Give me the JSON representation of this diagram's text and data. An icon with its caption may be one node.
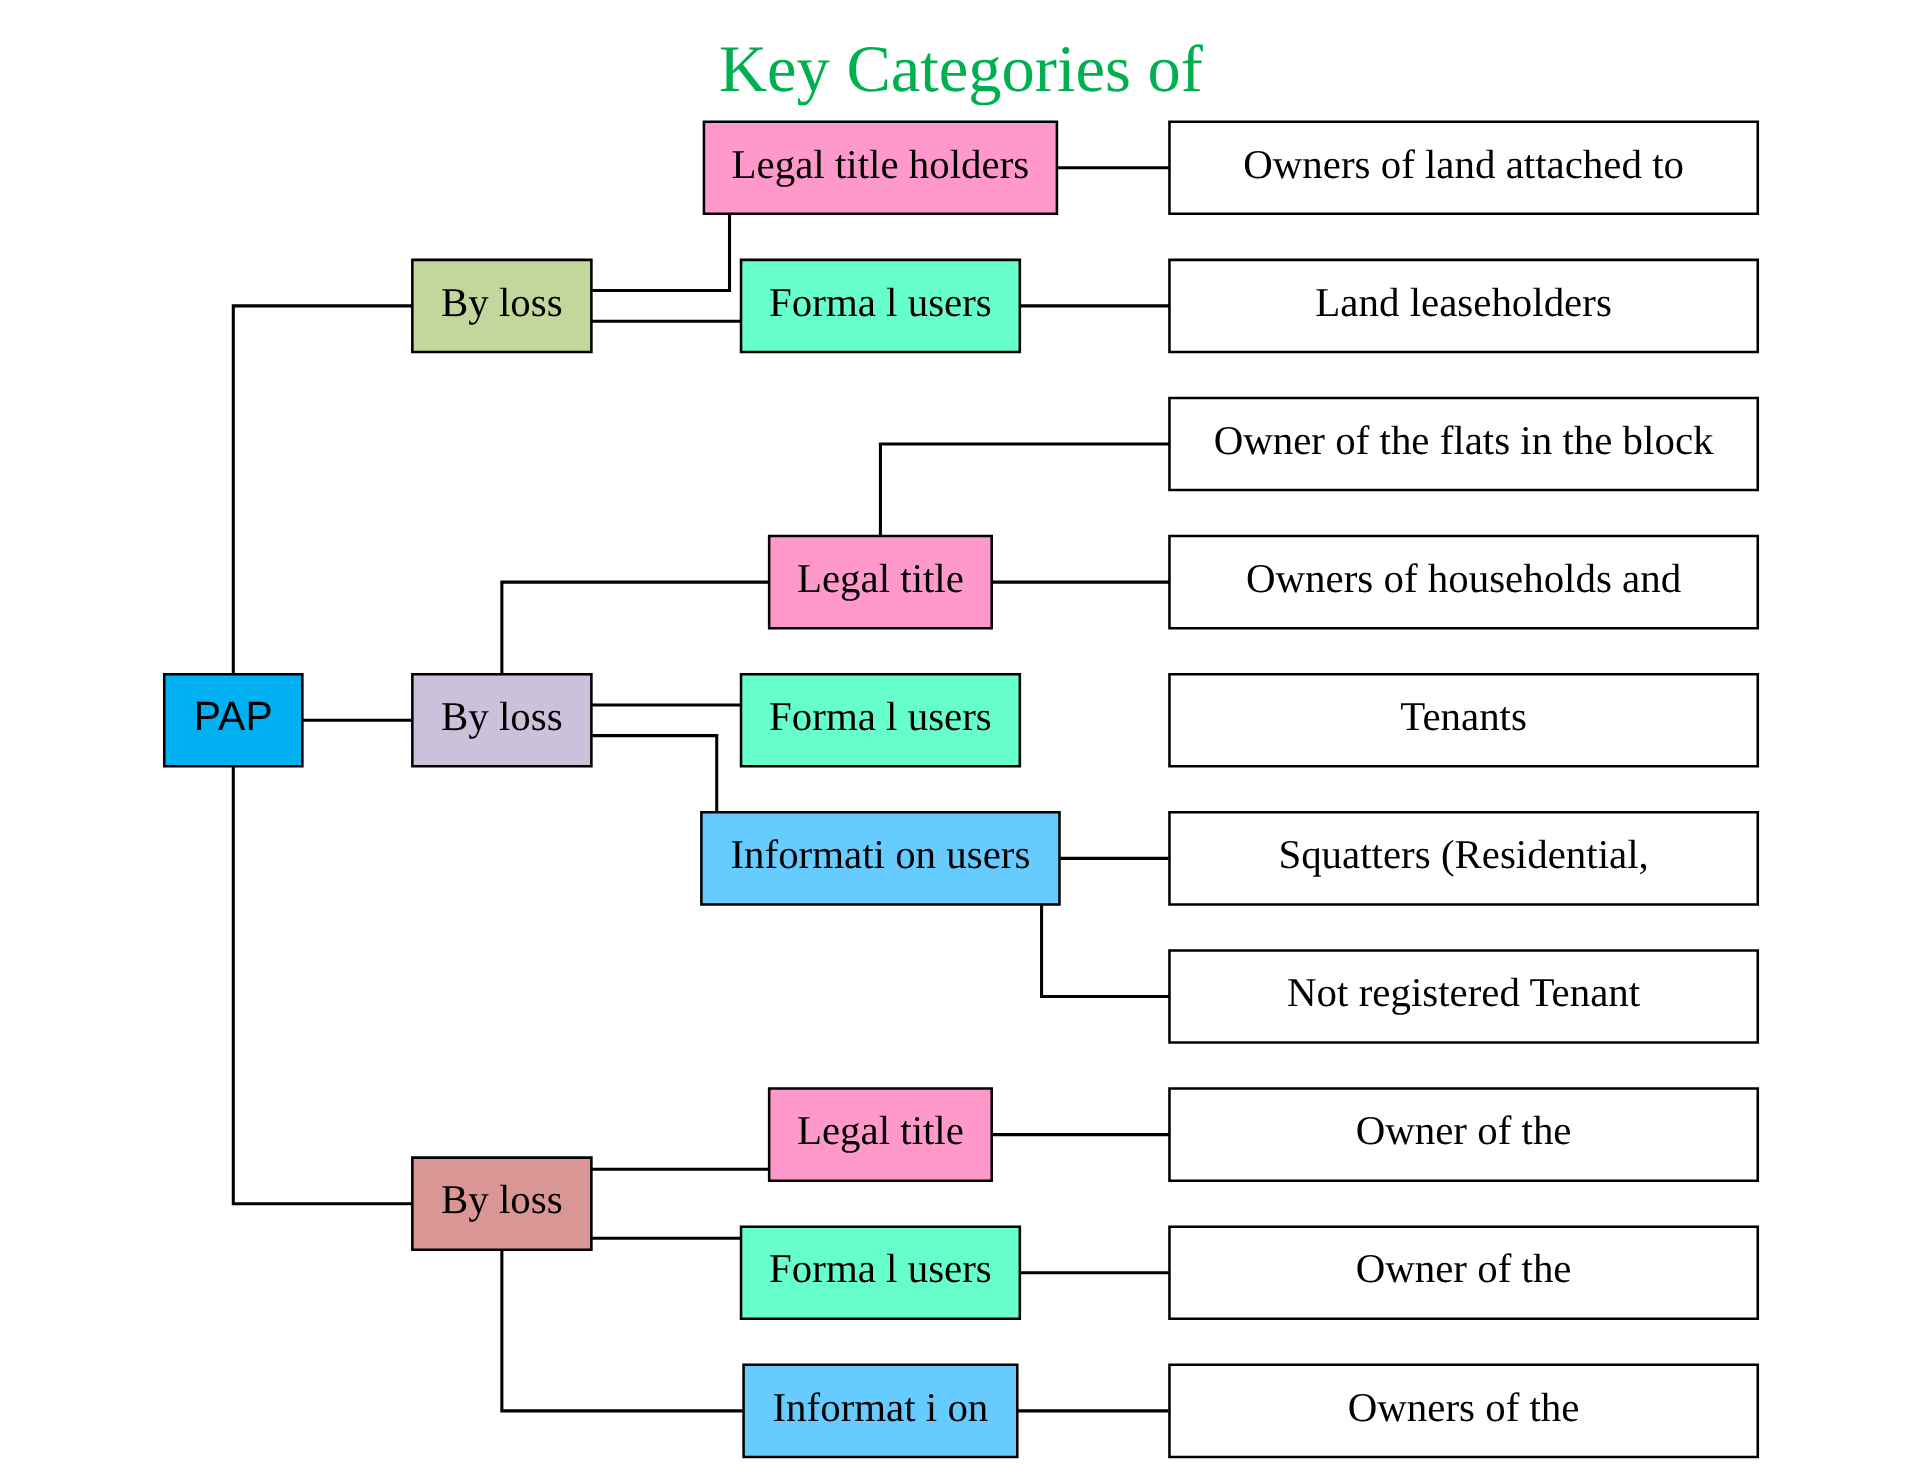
{
  "diagram": {
    "title": "Key Categories of",
    "nodes": [
      {
        "text": [
          "PAP"
        ]
      },
      {
        "text": [
          "By loss"
        ]
      },
      {
        "text": [
          "By loss"
        ]
      },
      {
        "text": [
          "By loss"
        ]
      },
      {
        "text": [
          "Legal title holders"
        ]
      },
      {
        "text": [
          "Forma l users"
        ]
      },
      {
        "text": [
          "Legal title"
        ]
      },
      {
        "text": [
          "Forma l users"
        ]
      },
      {
        "text": [
          "Informati on users"
        ]
      },
      {
        "text": [
          "Legal title"
        ]
      },
      {
        "text": [
          "Forma l users"
        ]
      },
      {
        "text": [
          "Informat i on"
        ]
      },
      {
        "text": [
          "Owners of land attached to"
        ]
      },
      {
        "text": [
          "Land leaseholders"
        ]
      },
      {
        "text": [
          "Owner of the flats in the block"
        ]
      },
      {
        "text": [
          "Owners of households and"
        ]
      },
      {
        "text": [
          "Tenants"
        ]
      },
      {
        "text": [
          "Squatters (Residential,"
        ]
      },
      {
        "text": [
          "Not registered Tenant"
        ]
      },
      {
        "text": [
          "Owner of the"
        ]
      },
      {
        "text": [
          "Owner of the"
        ]
      },
      {
        "text": [
          "Owners of the"
        ]
      }
    ],
    "edges": [
      {
        "from": 0,
        "to": 1,
        "arrow": "none"
      },
      {
        "from": 0,
        "to": 2,
        "arrow": "none"
      },
      {
        "from": 0,
        "to": 3,
        "arrow": "none"
      },
      {
        "from": 1,
        "to": 4,
        "arrow": "none"
      },
      {
        "from": 1,
        "to": 5,
        "arrow": "none"
      },
      {
        "from": 2,
        "to": 6,
        "arrow": "none"
      },
      {
        "from": 2,
        "to": 7,
        "arrow": "none"
      },
      {
        "from": 2,
        "to": 8,
        "arrow": "none"
      },
      {
        "from": 3,
        "to": 9,
        "arrow": "none"
      },
      {
        "from": 3,
        "to": 10,
        "arrow": "none"
      },
      {
        "from": 3,
        "to": 11,
        "arrow": "none"
      },
      {
        "from": 4,
        "to": 12,
        "arrow": "none"
      },
      {
        "from": 5,
        "to": 13,
        "arrow": "none"
      },
      {
        "from": 6,
        "to": 14,
        "arrow": "none"
      },
      {
        "from": 6,
        "to": 15,
        "arrow": "none"
      },
      {
        "from": 8,
        "to": 17,
        "arrow": "none"
      },
      {
        "from": 8,
        "to": 18,
        "arrow": "none"
      },
      {
        "from": 9,
        "to": 19,
        "arrow": "none"
      },
      {
        "from": 10,
        "to": 20,
        "arrow": "none"
      },
      {
        "from": 11,
        "to": 21,
        "arrow": "none"
      }
    ]
  }
}
